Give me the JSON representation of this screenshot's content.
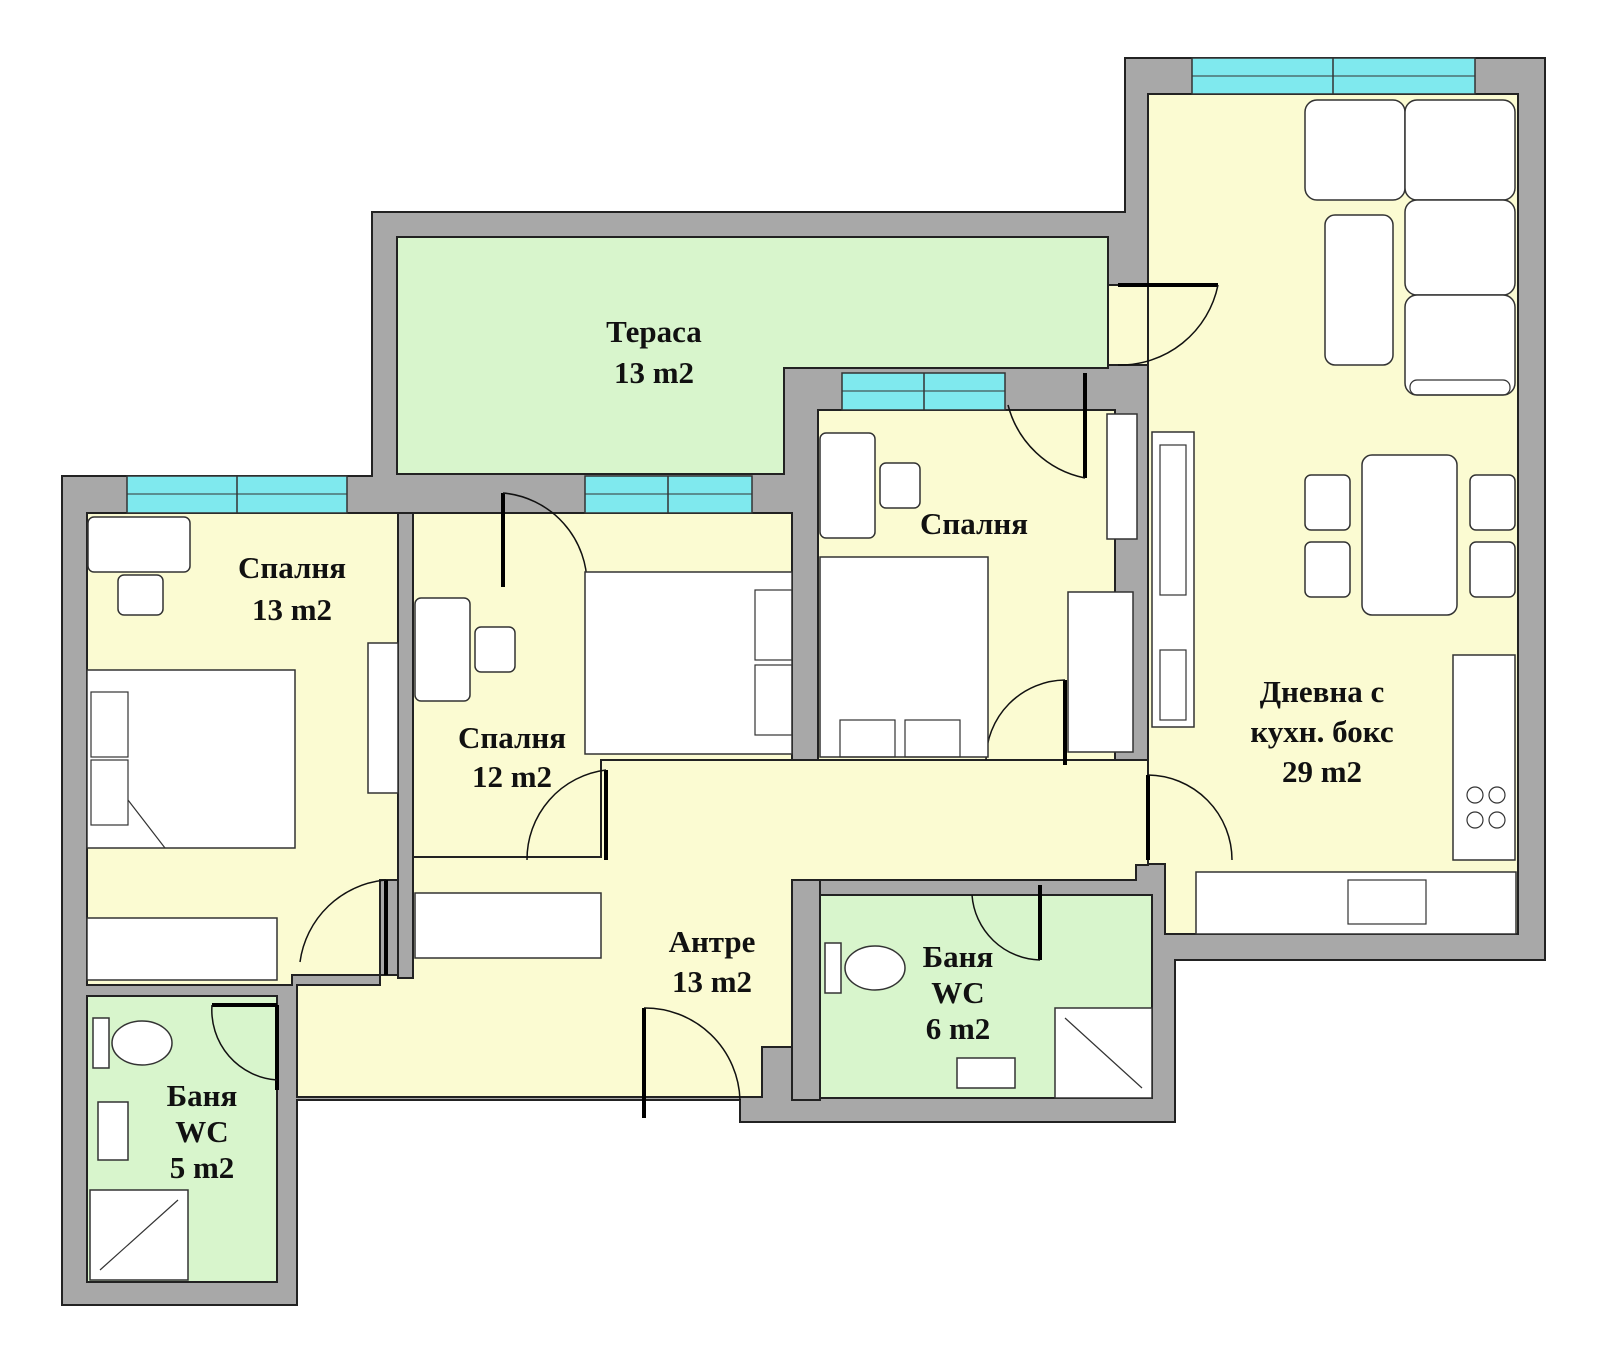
{
  "colors": {
    "wall": "#a8a8a8",
    "room_yellow": "#fbfbd2",
    "room_green": "#d8f5cc",
    "window": "#7fe9ee"
  },
  "rooms": {
    "terrace": {
      "name": "Тераса",
      "area": "13 m2"
    },
    "bedroom_left": {
      "name": "Спалня",
      "area": "13 m2"
    },
    "bedroom_mid": {
      "name": "Спалня",
      "area": "12 m2"
    },
    "bedroom_right": {
      "name": "Спалня"
    },
    "living": {
      "line1": "Дневна с",
      "line2": "кухн. бокс",
      "area": "29 m2"
    },
    "hall": {
      "name": "Антре",
      "area": "13 m2"
    },
    "bath_left": {
      "name": "Баня",
      "sub": "WC",
      "area": "5 m2"
    },
    "bath_right": {
      "name": "Баня",
      "sub": "WC",
      "area": "6 m2"
    }
  }
}
